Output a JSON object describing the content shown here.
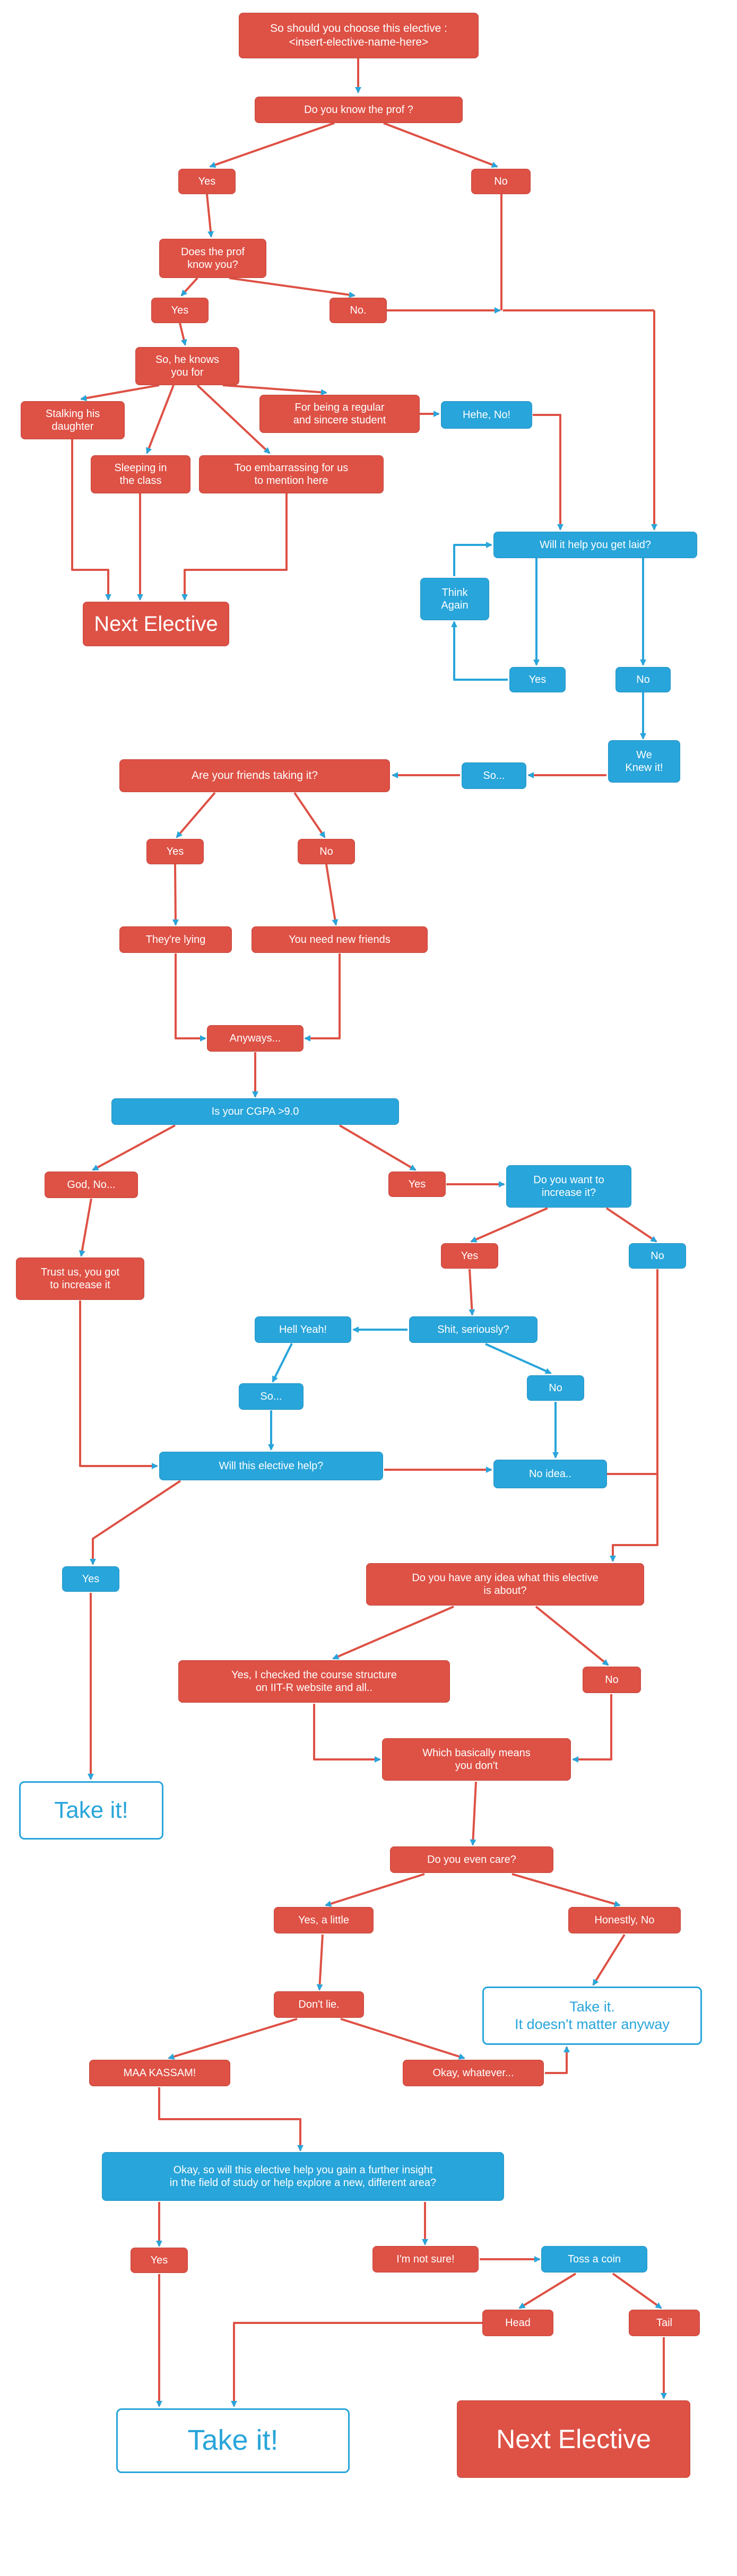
{
  "title": "Elective choice flowchart",
  "colors": {
    "red": "#de5145",
    "blue": "#28a5da",
    "arrowhead": "#28a5da",
    "background": "#ffffff"
  },
  "nodes": {
    "start": {
      "label": "So should you choose this elective :\n<insert-elective-name-here>",
      "type": "red"
    },
    "know_prof": {
      "label": "Do you know the prof ?",
      "type": "red"
    },
    "yes1": {
      "label": "Yes",
      "type": "red"
    },
    "no1": {
      "label": "No",
      "type": "red"
    },
    "prof_know_you": {
      "label": "Does the prof\nknow you?",
      "type": "red"
    },
    "yes2": {
      "label": "Yes",
      "type": "red"
    },
    "no2": {
      "label": "No.",
      "type": "red"
    },
    "knows_you_for": {
      "label": "So, he knows\nyou for",
      "type": "red"
    },
    "stalking": {
      "label": "Stalking his\ndaughter",
      "type": "red"
    },
    "regular": {
      "label": "For being a regular\nand sincere student",
      "type": "red"
    },
    "sleeping": {
      "label": "Sleeping in\nthe class",
      "type": "red"
    },
    "embarrassing": {
      "label": "Too embarrassing for us\nto mention here",
      "type": "red"
    },
    "hehe_no": {
      "label": "Hehe, No!",
      "type": "blue"
    },
    "next_elective_1": {
      "label": "Next Elective",
      "type": "red"
    },
    "get_laid": {
      "label": "Will it help you get laid?",
      "type": "blue"
    },
    "think_again": {
      "label": "Think\nAgain",
      "type": "blue"
    },
    "yes_blue_1": {
      "label": "Yes",
      "type": "blue"
    },
    "no_blue_1": {
      "label": "No",
      "type": "blue"
    },
    "we_knew_it": {
      "label": "We\nKnew it!",
      "type": "blue"
    },
    "so_1": {
      "label": "So...",
      "type": "blue"
    },
    "friends_taking": {
      "label": "Are your friends taking it?",
      "type": "red"
    },
    "yes3": {
      "label": "Yes",
      "type": "red"
    },
    "no3": {
      "label": "No",
      "type": "red"
    },
    "theyre_lying": {
      "label": "They're lying",
      "type": "red"
    },
    "new_friends": {
      "label": "You need new friends",
      "type": "red"
    },
    "anyways": {
      "label": "Anyways...",
      "type": "red"
    },
    "cgpa": {
      "label": "Is your CGPA >9.0",
      "type": "blue"
    },
    "god_no": {
      "label": "God, No...",
      "type": "red"
    },
    "yes4": {
      "label": "Yes",
      "type": "red"
    },
    "want_increase": {
      "label": "Do you want to\nincrease it?",
      "type": "blue"
    },
    "trust_us": {
      "label": "Trust us, you got\nto increase it",
      "type": "red"
    },
    "yes5": {
      "label": "Yes",
      "type": "red"
    },
    "no_blue_2": {
      "label": "No",
      "type": "blue"
    },
    "hell_yeah": {
      "label": "Hell Yeah!",
      "type": "blue"
    },
    "shit_seriously": {
      "label": "Shit, seriously?",
      "type": "blue"
    },
    "no_blue_3": {
      "label": "No",
      "type": "blue"
    },
    "so_2": {
      "label": "So...",
      "type": "blue"
    },
    "will_help": {
      "label": "Will this elective help?",
      "type": "blue"
    },
    "no_idea": {
      "label": "No idea..",
      "type": "blue"
    },
    "yes_blue_2": {
      "label": "Yes",
      "type": "blue"
    },
    "any_idea": {
      "label": "Do you have any idea what this elective\nis about?",
      "type": "red"
    },
    "checked": {
      "label": "Yes, I checked the course structure\non IIT-R website and all..",
      "type": "red"
    },
    "no4": {
      "label": "No",
      "type": "red"
    },
    "basically": {
      "label": "Which basically means\nyou don't",
      "type": "red"
    },
    "take_it_1": {
      "label": "Take it!",
      "type": "outline"
    },
    "even_care": {
      "label": "Do you even care?",
      "type": "red"
    },
    "yes_little": {
      "label": "Yes, a little",
      "type": "red"
    },
    "honestly_no": {
      "label": "Honestly, No",
      "type": "red"
    },
    "dont_lie": {
      "label": "Don't lie.",
      "type": "red"
    },
    "take_it_matter": {
      "label": "Take it.\nIt doesn't matter anyway",
      "type": "outline"
    },
    "maa_kassam": {
      "label": "MAA KASSAM!",
      "type": "red"
    },
    "okay_whatever": {
      "label": "Okay, whatever...",
      "type": "red"
    },
    "insight": {
      "label": "Okay, so will this elective help you gain a further insight\nin the field of study or help explore a new,  different area?",
      "type": "blue"
    },
    "yes6": {
      "label": "Yes",
      "type": "red"
    },
    "not_sure": {
      "label": "I'm not sure!",
      "type": "red"
    },
    "toss_coin": {
      "label": "Toss a coin",
      "type": "blue"
    },
    "head": {
      "label": "Head",
      "type": "red"
    },
    "tail": {
      "label": "Tail",
      "type": "red"
    },
    "take_it_final": {
      "label": "Take it!",
      "type": "outline"
    },
    "next_elective_final": {
      "label": "Next Elective",
      "type": "red"
    }
  },
  "edges": [
    {
      "from": "start",
      "to": "know_prof"
    },
    {
      "from": "know_prof",
      "to": "yes1"
    },
    {
      "from": "know_prof",
      "to": "no1"
    },
    {
      "from": "yes1",
      "to": "prof_know_you"
    },
    {
      "from": "no1",
      "to": "get_laid"
    },
    {
      "from": "no2",
      "to": "get_laid"
    },
    {
      "from": "prof_know_you",
      "to": "yes2"
    },
    {
      "from": "prof_know_you",
      "to": "no2"
    },
    {
      "from": "yes2",
      "to": "knows_you_for"
    },
    {
      "from": "knows_you_for",
      "to": "stalking"
    },
    {
      "from": "knows_you_for",
      "to": "regular"
    },
    {
      "from": "knows_you_for",
      "to": "sleeping"
    },
    {
      "from": "knows_you_for",
      "to": "embarrassing"
    },
    {
      "from": "regular",
      "to": "hehe_no"
    },
    {
      "from": "hehe_no",
      "to": "get_laid"
    },
    {
      "from": "stalking",
      "to": "next_elective_1"
    },
    {
      "from": "sleeping",
      "to": "next_elective_1"
    },
    {
      "from": "embarrassing",
      "to": "next_elective_1"
    },
    {
      "from": "get_laid",
      "to": "yes_blue_1"
    },
    {
      "from": "get_laid",
      "to": "no_blue_1"
    },
    {
      "from": "yes_blue_1",
      "to": "think_again"
    },
    {
      "from": "think_again",
      "to": "get_laid"
    },
    {
      "from": "no_blue_1",
      "to": "we_knew_it"
    },
    {
      "from": "we_knew_it",
      "to": "so_1"
    },
    {
      "from": "so_1",
      "to": "friends_taking"
    },
    {
      "from": "friends_taking",
      "to": "yes3"
    },
    {
      "from": "friends_taking",
      "to": "no3"
    },
    {
      "from": "yes3",
      "to": "theyre_lying"
    },
    {
      "from": "no3",
      "to": "new_friends"
    },
    {
      "from": "theyre_lying",
      "to": "anyways"
    },
    {
      "from": "new_friends",
      "to": "anyways"
    },
    {
      "from": "anyways",
      "to": "cgpa"
    },
    {
      "from": "cgpa",
      "to": "god_no"
    },
    {
      "from": "cgpa",
      "to": "yes4"
    },
    {
      "from": "yes4",
      "to": "want_increase"
    },
    {
      "from": "god_no",
      "to": "trust_us"
    },
    {
      "from": "trust_us",
      "to": "will_help"
    },
    {
      "from": "want_increase",
      "to": "yes5"
    },
    {
      "from": "want_increase",
      "to": "no_blue_2"
    },
    {
      "from": "yes5",
      "to": "shit_seriously"
    },
    {
      "from": "shit_seriously",
      "to": "hell_yeah"
    },
    {
      "from": "shit_seriously",
      "to": "no_blue_3"
    },
    {
      "from": "no_blue_3",
      "to": "no_idea"
    },
    {
      "from": "hell_yeah",
      "to": "so_2"
    },
    {
      "from": "so_2",
      "to": "will_help"
    },
    {
      "from": "will_help",
      "to": "no_idea"
    },
    {
      "from": "will_help",
      "to": "yes_blue_2"
    },
    {
      "from": "no_idea",
      "to": "any_idea"
    },
    {
      "from": "no_blue_2",
      "to": "any_idea"
    },
    {
      "from": "yes_blue_2",
      "to": "take_it_1"
    },
    {
      "from": "any_idea",
      "to": "checked"
    },
    {
      "from": "any_idea",
      "to": "no4"
    },
    {
      "from": "checked",
      "to": "basically"
    },
    {
      "from": "no4",
      "to": "basically"
    },
    {
      "from": "basically",
      "to": "even_care"
    },
    {
      "from": "even_care",
      "to": "yes_little"
    },
    {
      "from": "even_care",
      "to": "honestly_no"
    },
    {
      "from": "yes_little",
      "to": "dont_lie"
    },
    {
      "from": "honestly_no",
      "to": "take_it_matter"
    },
    {
      "from": "dont_lie",
      "to": "maa_kassam"
    },
    {
      "from": "dont_lie",
      "to": "okay_whatever"
    },
    {
      "from": "okay_whatever",
      "to": "take_it_matter"
    },
    {
      "from": "maa_kassam",
      "to": "insight"
    },
    {
      "from": "insight",
      "to": "yes6"
    },
    {
      "from": "insight",
      "to": "not_sure"
    },
    {
      "from": "not_sure",
      "to": "toss_coin"
    },
    {
      "from": "toss_coin",
      "to": "head"
    },
    {
      "from": "toss_coin",
      "to": "tail"
    },
    {
      "from": "head",
      "to": "take_it_final"
    },
    {
      "from": "yes6",
      "to": "take_it_final"
    },
    {
      "from": "tail",
      "to": "next_elective_final"
    }
  ]
}
